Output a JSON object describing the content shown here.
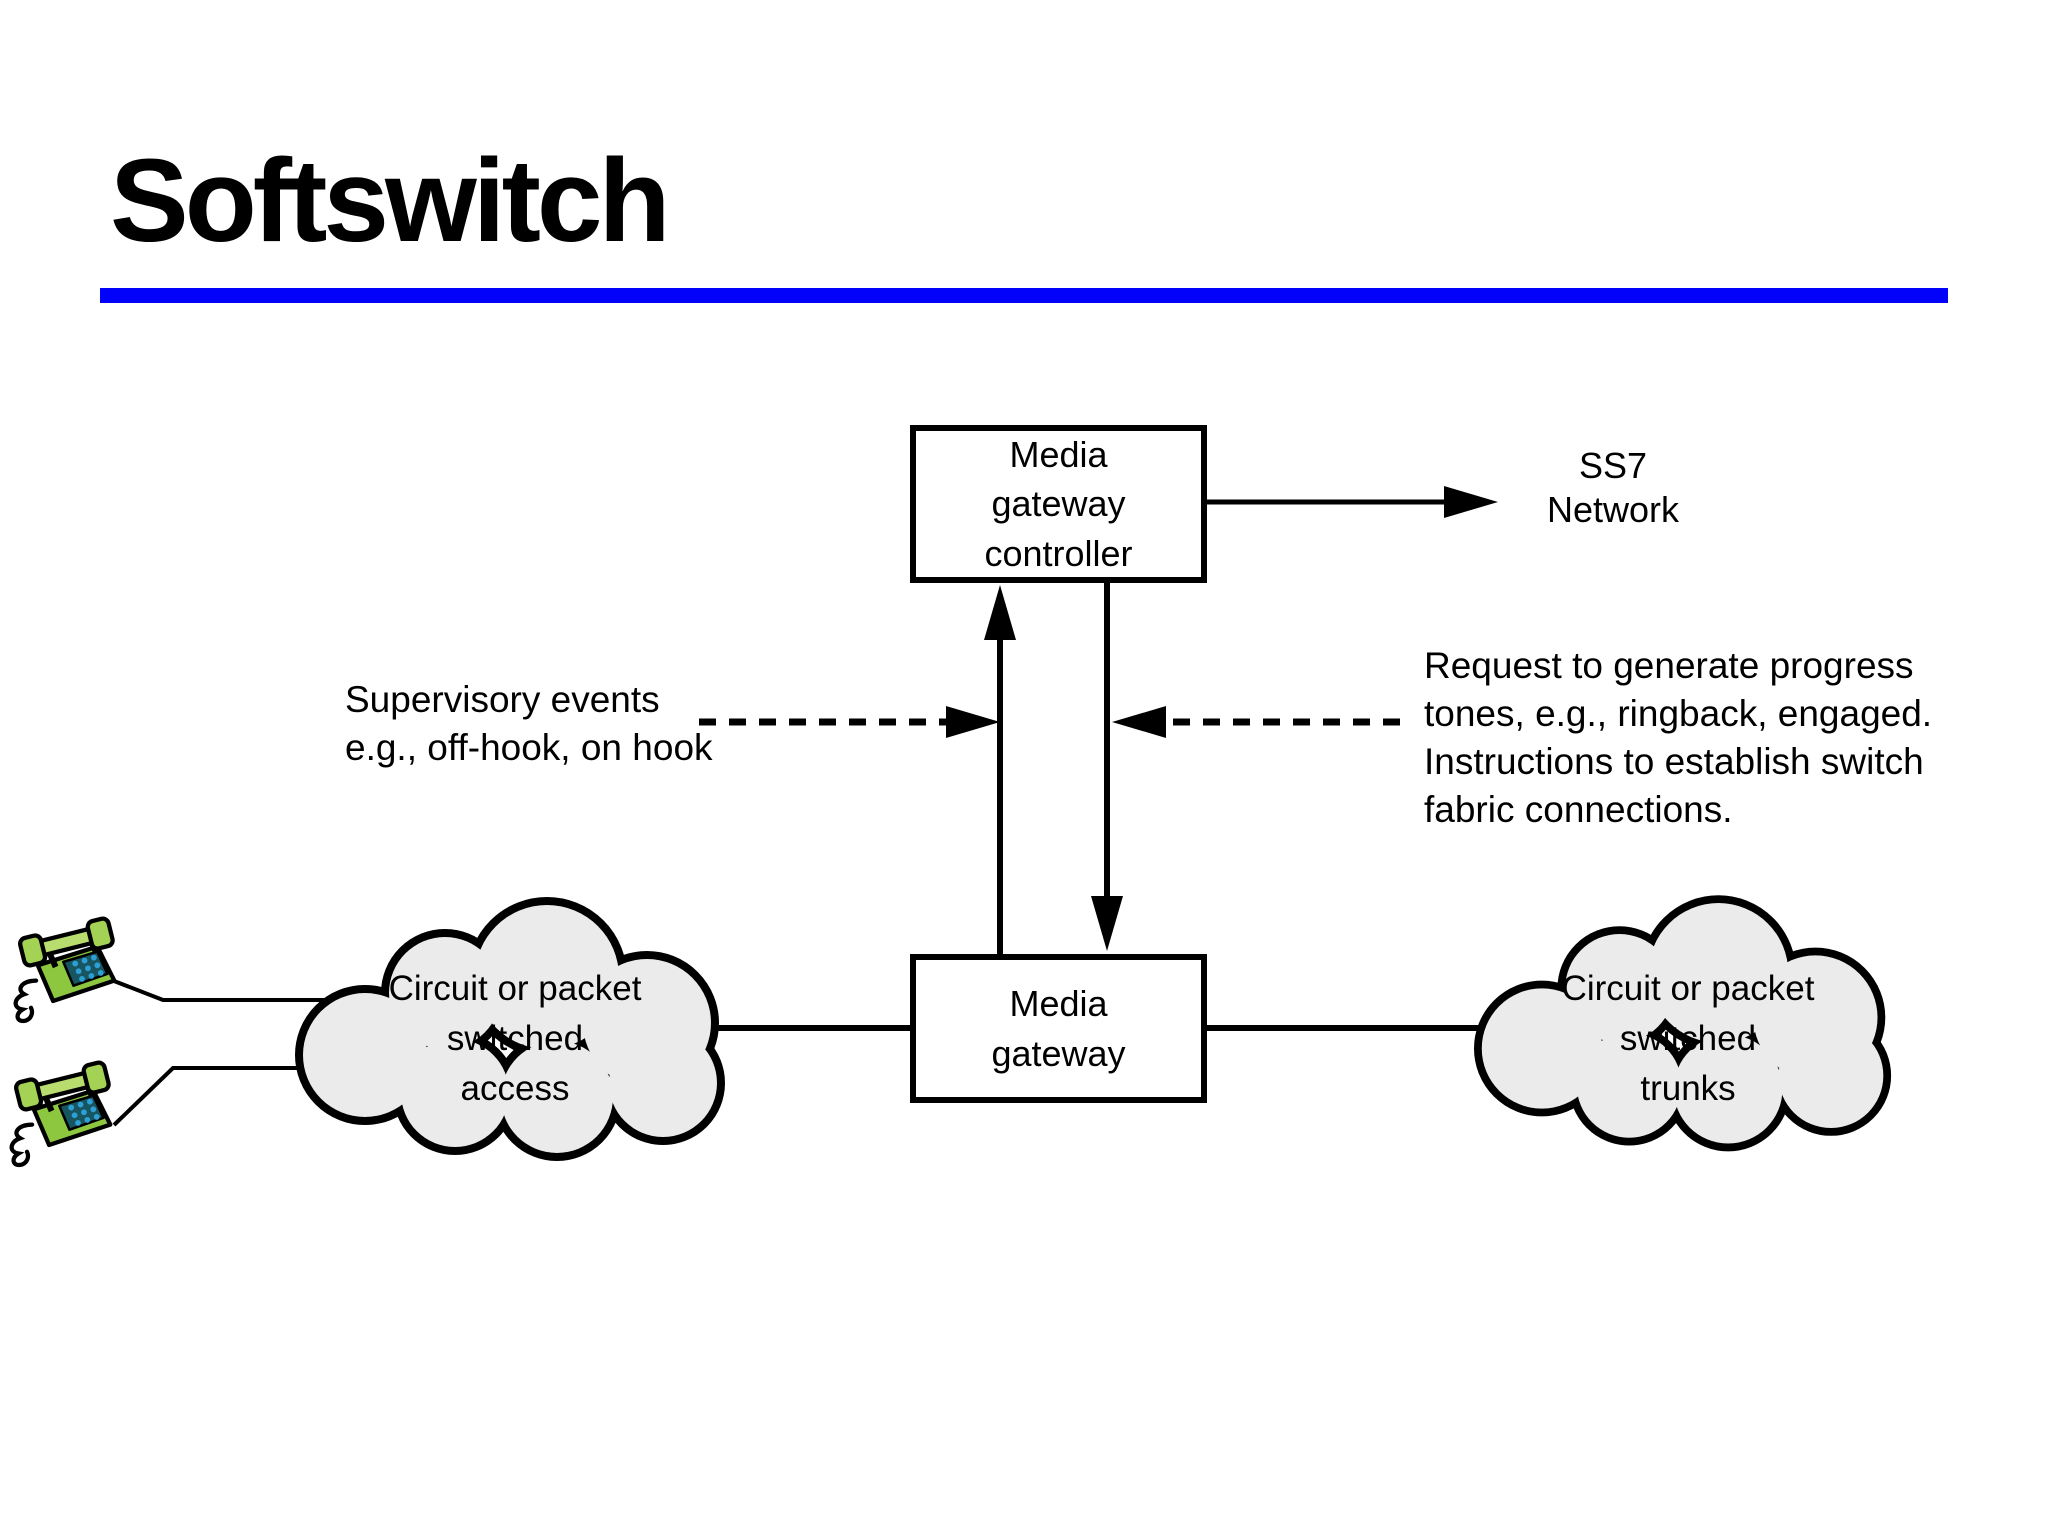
{
  "slide": {
    "title": "Softswitch",
    "background_color": "#ffffff",
    "accent_color": "#0202fa"
  },
  "diagram": {
    "media_gateway_controller": {
      "label": "Media\ngateway\ncontroller"
    },
    "media_gateway": {
      "label": "Media\ngateway"
    },
    "ss7_network": {
      "label": "SS7\nNetwork"
    },
    "access_cloud": {
      "label": "Circuit or packet\nswitched\naccess"
    },
    "trunks_cloud": {
      "label": "Circuit or packet\nswitched\ntrunks"
    },
    "supervisory_note": {
      "text": "Supervisory events\ne.g., off-hook, on hook"
    },
    "progress_note": {
      "text": "Request to generate progress\ntones, e.g., ringback, engaged.\nInstructions to establish switch\nfabric connections."
    },
    "icons": {
      "phone": "telephone-icon"
    },
    "colors": {
      "cloud_fill": "#ebebeb",
      "outline": "#000000",
      "phone_body": "#8dc63f",
      "phone_handset": "#b9dc6e",
      "phone_keypad": "#175560",
      "phone_buttons": "#2e9fd4"
    }
  }
}
